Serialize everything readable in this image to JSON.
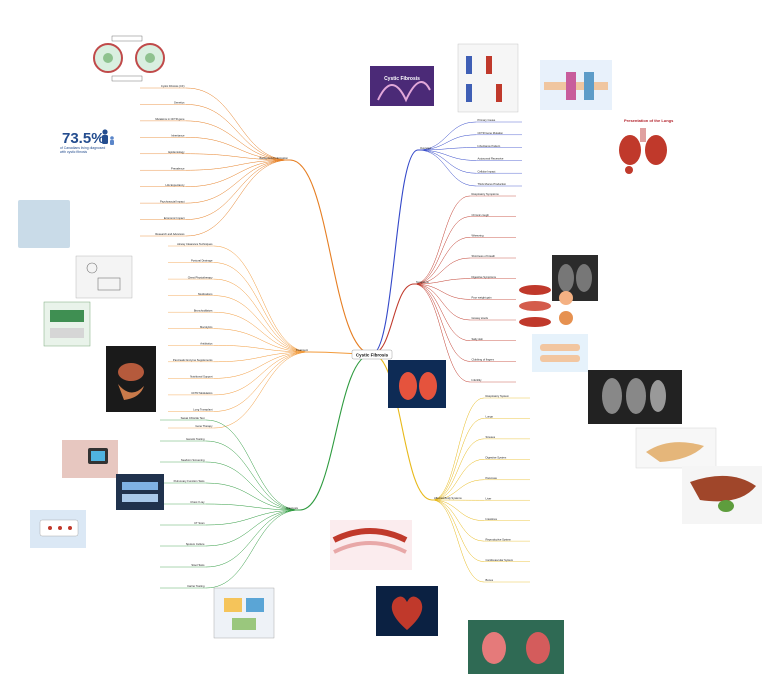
{
  "central_topic": "Cystic Fibrosis",
  "colors": {
    "background_info": "#e67e22",
    "treatment": "#f29a3a",
    "diagnosis": "#2e9b3f",
    "overview": "#3348c9",
    "symptoms": "#c0392b",
    "affected_body_systems": "#e8b91a",
    "stat": "#244d8f"
  },
  "branches": {
    "background_info": {
      "label": "Background Information",
      "leaves": [
        "Cystic Fibrosis (CF)",
        "Genetics",
        "Mutations in CFTR gene",
        "Inheritance",
        "Epidemiology",
        "Prevalence",
        "Life Expectancy",
        "Psychosocial Impact",
        "Economic Impact",
        "Research and Advances"
      ]
    },
    "treatment": {
      "label": "Treatment",
      "leaves": [
        "Airway Clearance Techniques",
        "Postural Drainage",
        "Chest Physiotherapy",
        "Medications",
        "Bronchodilators",
        "Mucolytics",
        "Antibiotics",
        "Pancreatic Enzyme Supplements",
        "Nutritional Support",
        "CFTR Modulators",
        "Lung Transplant",
        "Gene Therapy"
      ]
    },
    "diagnosis": {
      "label": "Diagnosis",
      "leaves": [
        "Sweat Chloride Test",
        "Genetic Testing",
        "Newborn Screening",
        "Pulmonary Function Tests",
        "Chest X-ray",
        "CT Scan",
        "Sputum Culture",
        "Stool Tests",
        "Carrier Testing"
      ]
    },
    "overview": {
      "label": "Overview",
      "leaves": [
        "Primary Cause",
        "CFTR Gene Mutation",
        "Inheritance Pattern",
        "Autosomal Recessive",
        "Cellular Impact",
        "Thick Mucus Production"
      ]
    },
    "symptoms": {
      "label": "Symptoms",
      "leaves": [
        "Respiratory Symptoms",
        "Chronic cough",
        "Wheezing",
        "Shortness of breath",
        "Digestive Symptoms",
        "Poor weight gain",
        "Greasy stools",
        "Salty skin",
        "Clubbing of fingers",
        "Infertility"
      ]
    },
    "affected_body_systems": {
      "label": "Affected Body Systems",
      "leaves": [
        "Respiratory System",
        "Lungs",
        "Sinuses",
        "Digestive System",
        "Pancreas",
        "Liver",
        "Intestines",
        "Reproductive System",
        "Cardiovascular System",
        "Bones"
      ]
    }
  },
  "stat": {
    "value": "73.5%",
    "caption": "of Canadians living diagnosed with cystic fibrosis"
  },
  "image_captions": {
    "cystic_fibrosis_banner": "Cystic Fibrosis",
    "lungs": "Presentation of the Lungs"
  },
  "icons": [
    "cell-diagram-icon",
    "parent-child-icon",
    "nebulizer-icon",
    "pill-box-icon",
    "digestive-system-icon",
    "sweat-test-icon",
    "lab-sample-icon",
    "blood-test-icon",
    "dna-banner-icon",
    "inheritance-chart-icon",
    "cftr-channel-icon",
    "lungs-icon",
    "chest-xray-icon",
    "finger-clubbing-icon",
    "pancreas-icon",
    "liver-icon",
    "heart-icon",
    "lungs-torso-icon",
    "artery-icon"
  ]
}
